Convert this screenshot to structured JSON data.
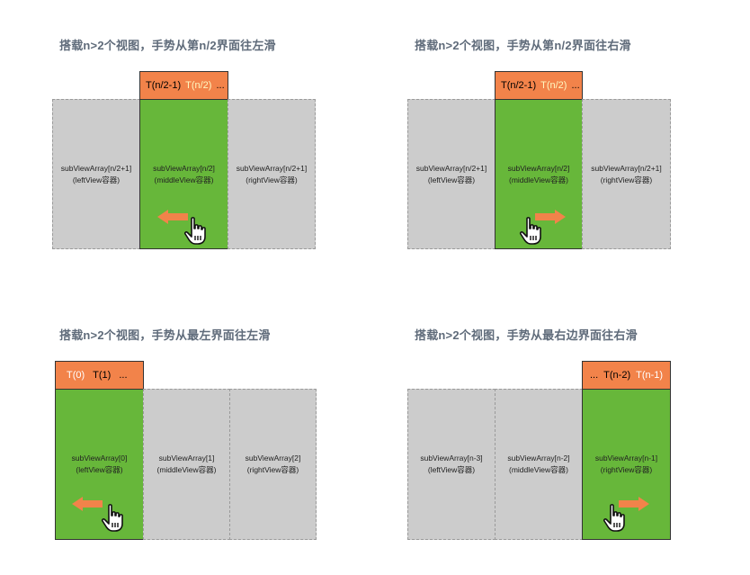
{
  "panels": [
    {
      "caption": "搭载n>2个视图，手势从第n/2界面往左滑",
      "tabs": [
        "T(n/2-1)",
        "T(n/2)",
        "..."
      ],
      "cells": [
        {
          "title": "subViewArray[n/2+1]",
          "sub": "(leftView容器)"
        },
        {
          "title": "subViewArray[n/2]",
          "sub": "(middleView容器)"
        },
        {
          "title": "subViewArray[n/2+1]",
          "sub": "(rightView容器)"
        }
      ],
      "arrow": "left-arrow-icon"
    },
    {
      "caption": "搭载n>2个视图，手势从第n/2界面往右滑",
      "tabs": [
        "T(n/2-1)",
        "T(n/2)",
        "..."
      ],
      "cells": [
        {
          "title": "subViewArray[n/2+1]",
          "sub": "(leftView容器)"
        },
        {
          "title": "subViewArray[n/2]",
          "sub": "(middleView容器)"
        },
        {
          "title": "subViewArray[n/2+1]",
          "sub": "(rightView容器)"
        }
      ],
      "arrow": "right-arrow-icon"
    },
    {
      "caption": "搭载n>2个视图，手势从最左界面往左滑",
      "tabs": [
        "T(0)",
        "T(1)",
        "..."
      ],
      "cells": [
        {
          "title": "subViewArray[0]",
          "sub": "(leftView容器)"
        },
        {
          "title": "subViewArray[1]",
          "sub": "(middleView容器)"
        },
        {
          "title": "subViewArray[2]",
          "sub": "(rightView容器)"
        }
      ],
      "arrow": "left-arrow-icon"
    },
    {
      "caption": "搭载n>2个视图，手势从最右边界面往右滑",
      "tabs": [
        "...",
        "T(n-2)",
        "T(n-1)"
      ],
      "cells": [
        {
          "title": "subViewArray[n-3]",
          "sub": "(leftView容器)"
        },
        {
          "title": "subViewArray[n-2]",
          "sub": "(middleView容器)"
        },
        {
          "title": "subViewArray[n-1]",
          "sub": "(rightView容器)"
        }
      ],
      "arrow": "right-arrow-icon"
    }
  ],
  "colors": {
    "tab_bar": "#f2834a",
    "active_view": "#67b73a",
    "inactive_view": "#cccccc",
    "arrow": "#f2834a",
    "caption": "#5f6b7a"
  }
}
